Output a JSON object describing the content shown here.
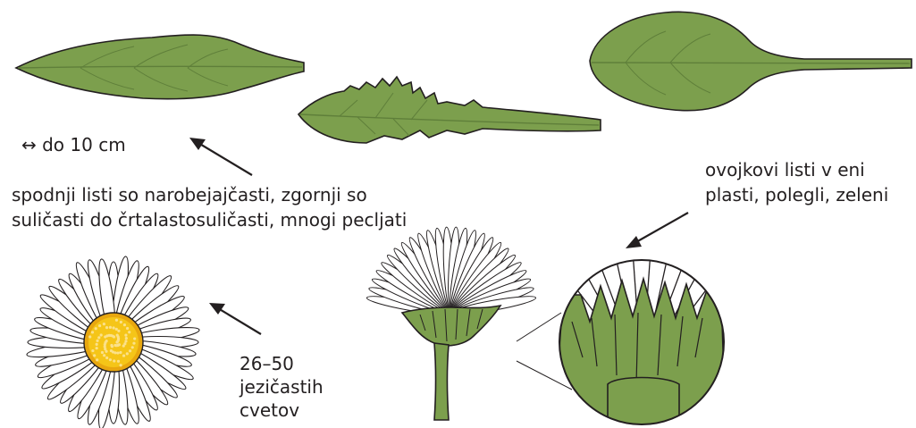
{
  "labels": {
    "size": "↔ do 10 cm",
    "leaves": [
      "spodnji listi so narobejajčasti, zgornji so",
      "suličasti do črtalastosuličasti, mnogi pecljati"
    ],
    "bracts": [
      "ovojkovi listi v eni",
      "plasti, polegli, zeleni"
    ],
    "rays": [
      "26–50",
      "jezičastih",
      "cvetov"
    ]
  },
  "colors": {
    "leaf_fill": "#7c9f4d",
    "leaf_vein": "#5f7f3a",
    "outline": "#231f20",
    "disc_yellow": "#f5c518",
    "disc_dots": "#fbe18a",
    "petal": "#ffffff"
  }
}
